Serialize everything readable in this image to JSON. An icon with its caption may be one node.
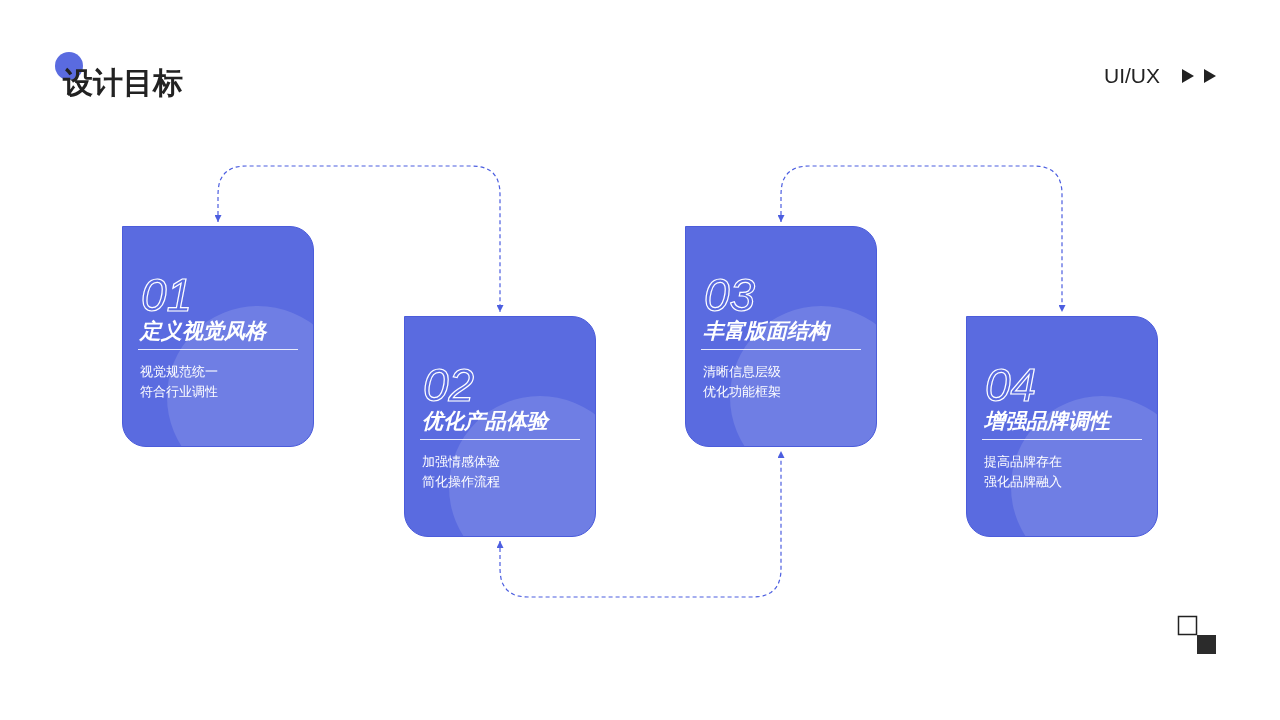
{
  "diagram": {
    "title": "设计目标",
    "nodes": [
      {
        "text": [
          "01",
          "定义视觉风格",
          "视觉规范统一",
          "符合行业调性"
        ]
      },
      {
        "text": [
          "02",
          "优化产品体验",
          "加强情感体验",
          "简化操作流程"
        ]
      },
      {
        "text": [
          "03",
          "丰富版面结构",
          "清晰信息层级",
          "优化功能框架"
        ]
      },
      {
        "text": [
          "04",
          "增强品牌调性",
          "提高品牌存在",
          "强化品牌融入"
        ]
      }
    ],
    "edges": [
      {
        "from": 0,
        "to": 1,
        "arrow": "both",
        "style": "dashed"
      },
      {
        "from": 1,
        "to": 2,
        "arrow": "both",
        "style": "dashed"
      },
      {
        "from": 2,
        "to": 3,
        "arrow": "both",
        "style": "dashed"
      }
    ],
    "labels": [
      "UI/UX"
    ]
  }
}
